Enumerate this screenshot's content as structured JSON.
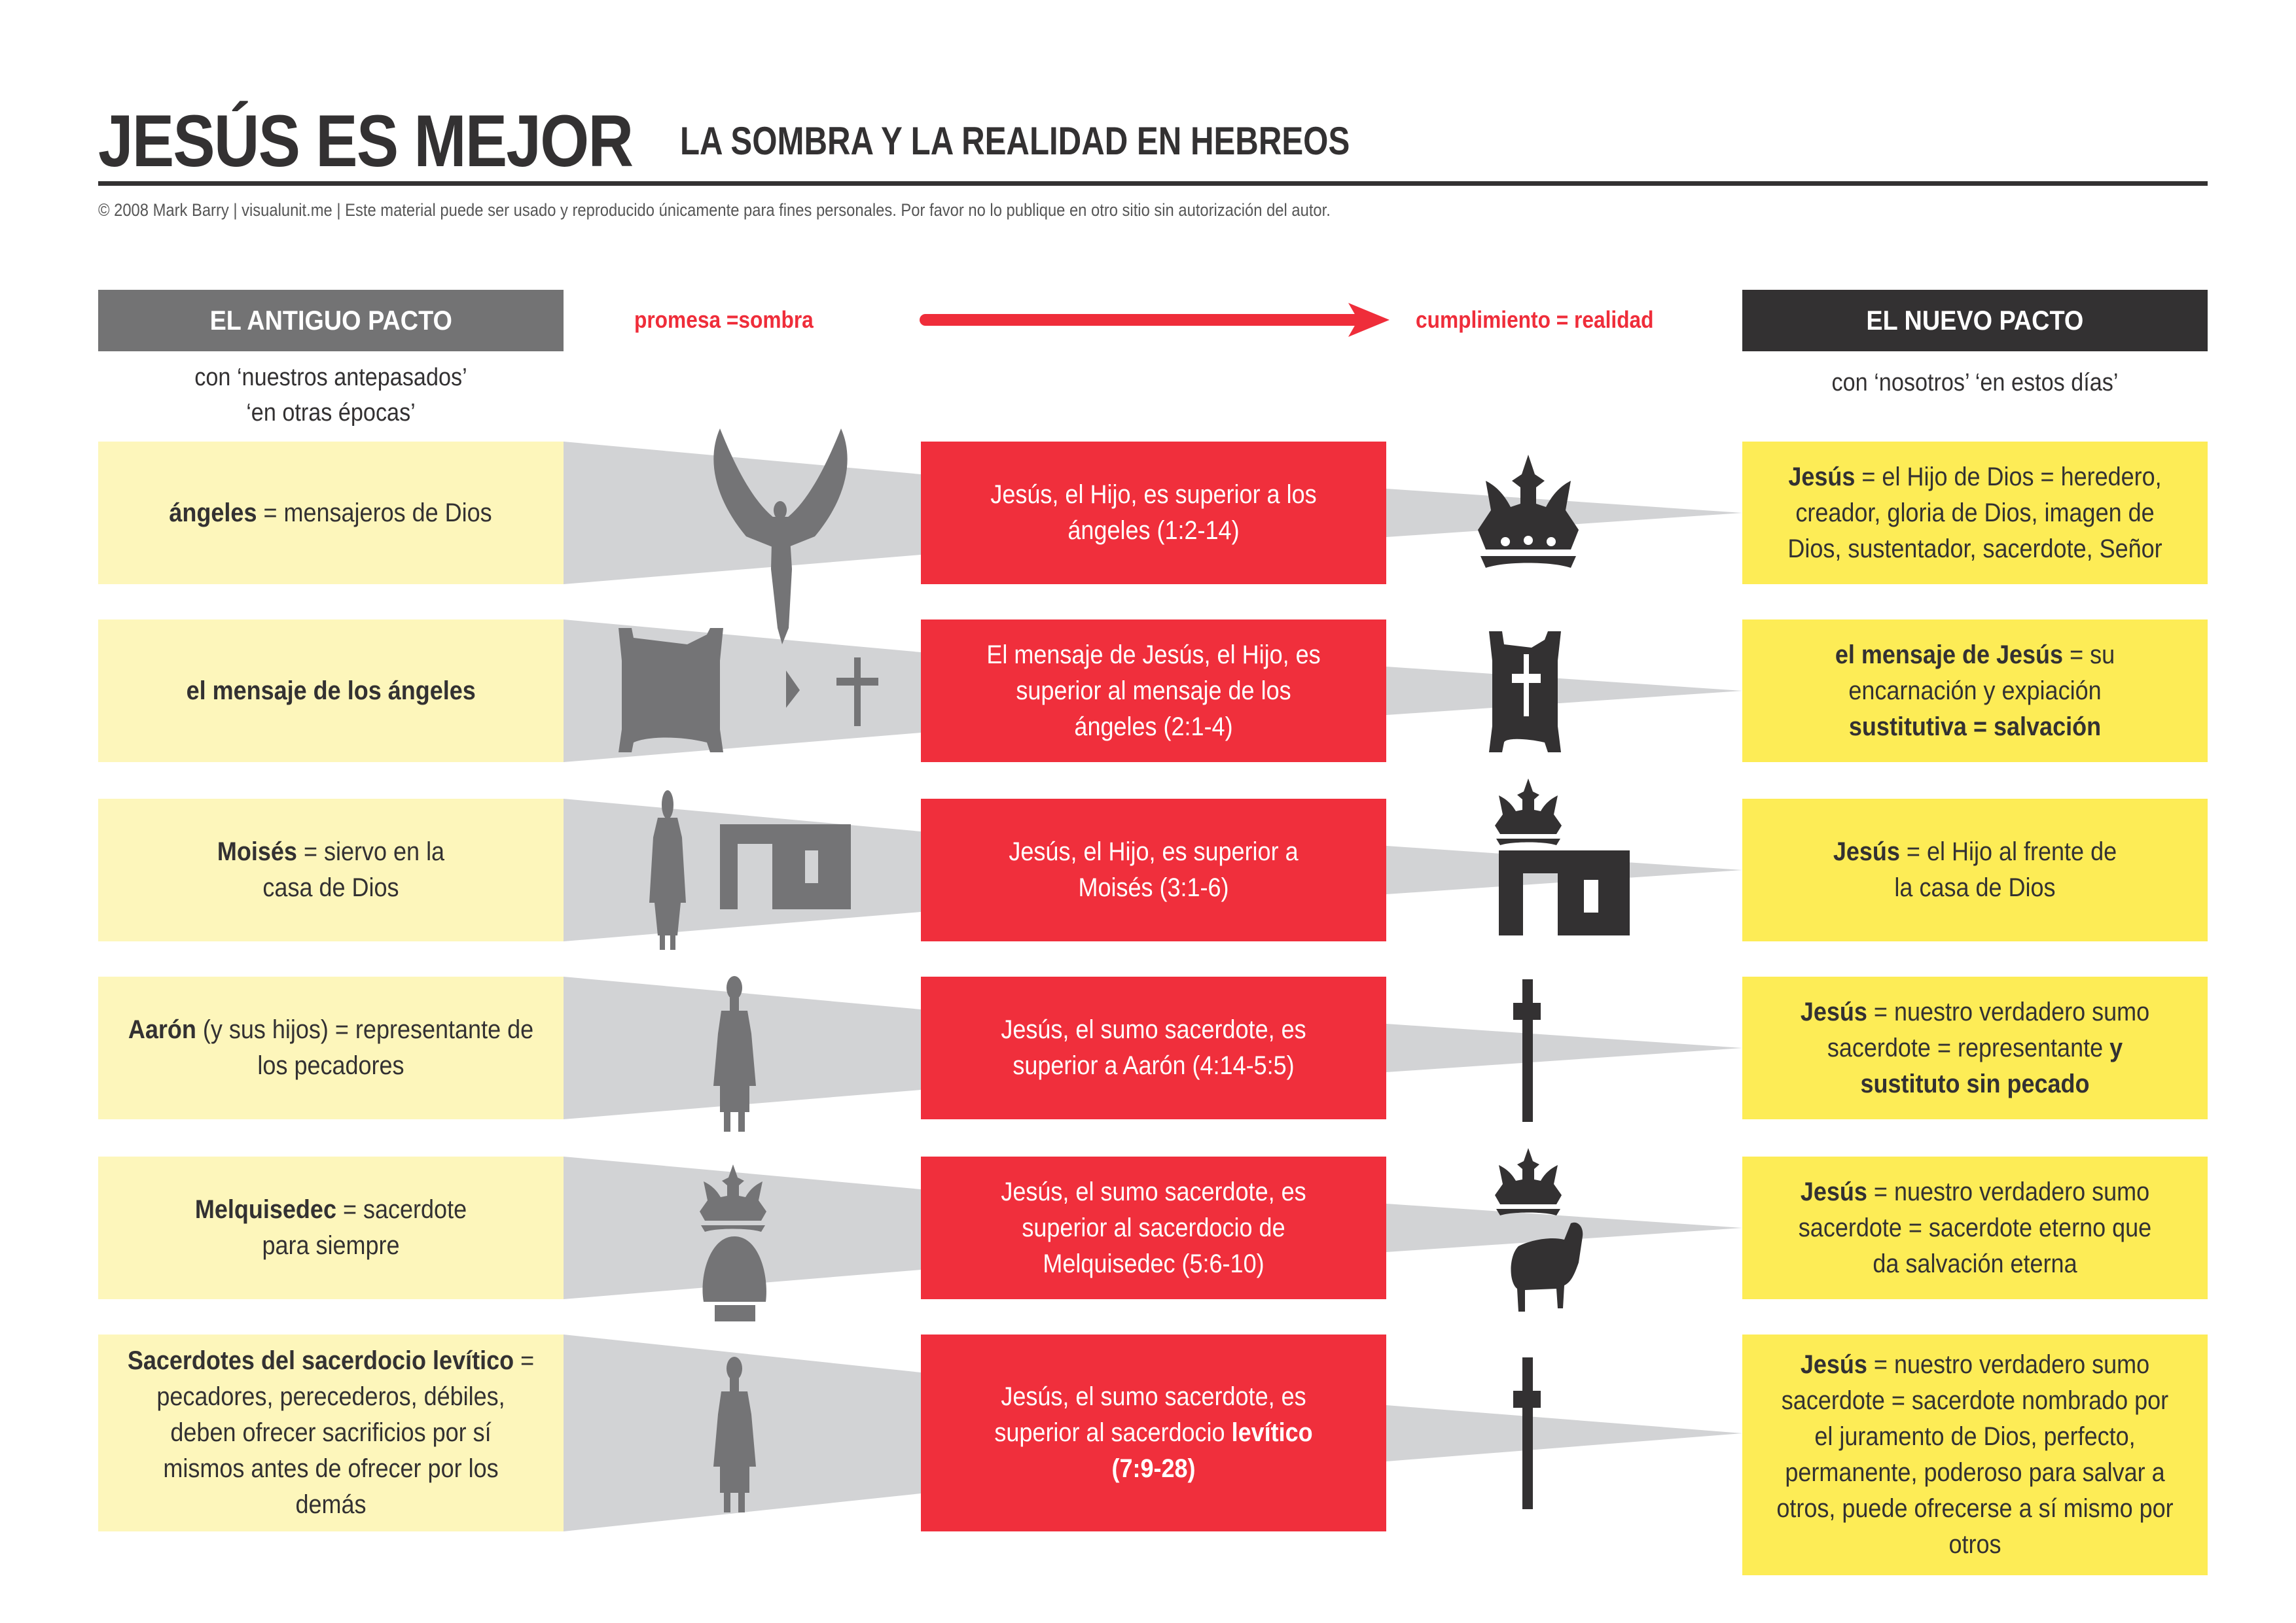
{
  "header": {
    "title": "JESÚS ES MEJOR",
    "subtitle": "LA SOMBRA Y LA REALIDAD EN HEBREOS",
    "copyright": "© 2008 Mark Barry | visualunit.me | Este material puede ser usado y reproducido únicamente para fines personales. Por favor no lo publique en otro sitio sin autorización del autor."
  },
  "columns": {
    "old": {
      "label": "EL ANTIGUO PACTO",
      "sub_line1": "con ‘nuestros antepasados’",
      "sub_line2": "‘en otras épocas’"
    },
    "new": {
      "label": "EL NUEVO PACTO",
      "sub_line1": "con ‘nosotros’ ‘en estos días’"
    },
    "flow": {
      "left_label": "promesa =sombra",
      "right_label": "cumplimiento = realidad",
      "arrow_icon": "right-arrow"
    }
  },
  "colors": {
    "old_header": "#737374",
    "new_header": "#333132",
    "old_box": "#fdf6bb",
    "mid_box": "#f02f3c",
    "new_box": "#fdec56",
    "shadow": "#d2d3d5",
    "icon_old": "#747476",
    "icon_new": "#333132",
    "accent_red": "#ef2d3a"
  },
  "rows": [
    {
      "old": {
        "bold": "ángeles",
        "rest": " = mensajeros de Dios"
      },
      "old_icons": [
        "angel-icon"
      ],
      "mid": "Jesús, el Hijo, es superior a los ángeles (1:2-14)",
      "new_icons": [
        "crown-icon"
      ],
      "new": {
        "bold": "Jesús",
        "rest": " = el Hijo de Dios = heredero, creador, gloria de Dios, imagen de Dios, sustentador, sacerdote, Señor"
      }
    },
    {
      "old": {
        "bold": "el mensaje de los ángeles",
        "rest": ""
      },
      "old_icons": [
        "scroll-icon",
        "play-arrow-icon",
        "cross-icon"
      ],
      "mid": "El mensaje de Jesús, el Hijo, es superior al mensaje de los ángeles (2:1-4)",
      "new_icons": [
        "scroll-with-cross-icon"
      ],
      "new": {
        "bold": "el mensaje de Jesús",
        "rest": " = su encarnación y expiación",
        "bold2": "sustitutiva = salvación"
      }
    },
    {
      "old": {
        "bold": "Moisés",
        "rest": " = siervo en la casa de Dios"
      },
      "old_icons": [
        "man-icon",
        "house-icon"
      ],
      "mid": "Jesús, el Hijo, es superior a Moisés (3:1-6)",
      "new_icons": [
        "crown-icon",
        "house-icon"
      ],
      "new": {
        "bold": "Jesús",
        "rest": " = el Hijo al frente de la casa de Dios"
      }
    },
    {
      "old": {
        "bold": "Aarón",
        "rest": " (y sus hijos) = representante de los pecadores"
      },
      "old_icons": [
        "priest-icon"
      ],
      "mid": "Jesús, el sumo sacerdote, es superior a Aarón (4:14-5:5)",
      "new_icons": [
        "cross-icon"
      ],
      "new": {
        "bold": "Jesús",
        "rest": " = nuestro verdadero sumo sacerdote = representante",
        "bold2": "y sustituto sin pecado"
      }
    },
    {
      "old": {
        "bold": "Melquisedec",
        "rest": " = sacerdote para siempre"
      },
      "old_icons": [
        "crown-icon",
        "bread-icon"
      ],
      "mid": "Jesús, el sumo sacerdote, es superior al sacerdocio de Melquisedec (5:6-10)",
      "new_icons": [
        "crown-icon",
        "lamb-icon"
      ],
      "new": {
        "bold": "Jesús",
        "rest": " = nuestro verdadero sumo sacerdote = sacerdote eterno que da salvación eterna"
      }
    },
    {
      "old": {
        "bold": "Sacerdotes del sacerdocio levítico",
        "rest": " = pecadores, perecederos, débiles, deben ofrecer sacrificios por sí mismos antes de ofrecer por los demás"
      },
      "old_icons": [
        "priest-icon"
      ],
      "mid": "Jesús, el sumo sacerdote, es superior al sacerdocio",
      "mid_bold": "levítico (7:9-28)",
      "new_icons": [
        "cross-icon"
      ],
      "new": {
        "bold": "Jesús",
        "rest": " = nuestro verdadero sumo sacerdote = sacerdote nombrado por el juramento de Dios, perfecto, permanente, poderoso para salvar a otros, puede ofrecerse a sí mismo por otros"
      }
    }
  ]
}
